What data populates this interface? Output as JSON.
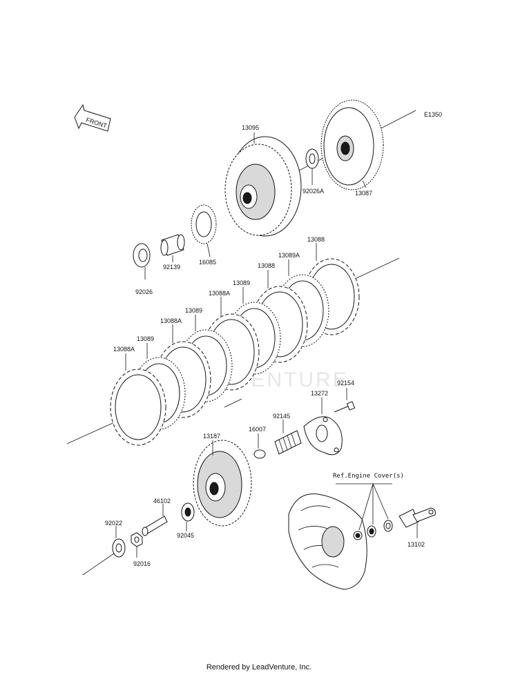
{
  "diagram": {
    "code": "E1350",
    "front_label": "FRONT",
    "watermark": "LEADVENTURE",
    "footer": "Rendered by LeadVenture, Inc.",
    "ref_note": "Ref.Engine Cover(s)",
    "parts": {
      "p13095": "13095",
      "p13087": "13087",
      "p92026A": "92026A",
      "p16085": "16085",
      "p92139": "92139",
      "p92026": "92026",
      "p13088_top": "13088",
      "p13089A": "13089A",
      "p13088_b": "13088",
      "p13089_a": "13089",
      "p13088A_a": "13088A",
      "p13089_b": "13089",
      "p13088A_b": "13088A",
      "p13089_c": "13089",
      "p13088A_c": "13088A",
      "p92154": "92154",
      "p13272": "13272",
      "p92145": "92145",
      "p16007": "16007",
      "p13187": "13187",
      "p46102": "46102",
      "p92022": "92022",
      "p92045": "92045",
      "p92016": "92016",
      "p13102": "13102"
    }
  }
}
